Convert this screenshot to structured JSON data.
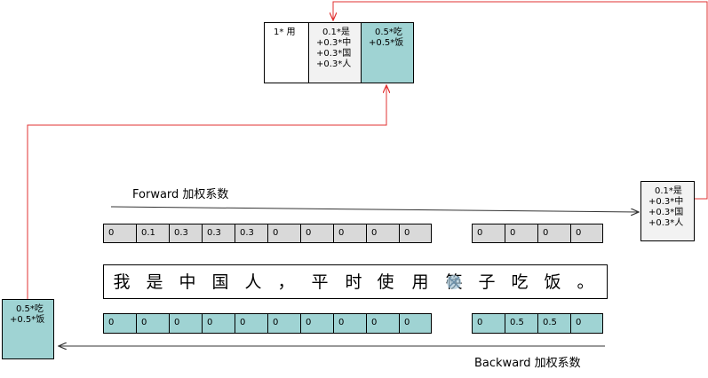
{
  "top_box": {
    "cells": [
      {
        "lines": [
          "1* 用"
        ]
      },
      {
        "lines": [
          "0.1*是",
          "+0.3*中",
          "+0.3*国",
          "+0.3*人"
        ]
      },
      {
        "lines": [
          "0.5*吃",
          "+0.5*饭"
        ]
      }
    ]
  },
  "right_box": {
    "lines": [
      "0.1*是",
      "+0.3*中",
      "+0.3*国",
      "+0.3*人"
    ]
  },
  "left_box": {
    "lines": [
      "0.5*吃",
      "+0.5*饭"
    ]
  },
  "forward_label": "Forward 加权系数",
  "backward_label": "Backward 加权系数",
  "forward_weights": [
    "0",
    "0.1",
    "0.3",
    "0.3",
    "0.3",
    "0",
    "0",
    "0",
    "0",
    "0",
    "0",
    "0",
    "0",
    "0"
  ],
  "backward_weights": [
    "0",
    "0",
    "0",
    "0",
    "0",
    "0",
    "0",
    "0",
    "0",
    "0",
    "0",
    "0.5",
    "0.5",
    "0"
  ],
  "sentence_chars": [
    "我",
    "是",
    "中",
    "国",
    "人",
    "，",
    "平",
    "时",
    "使",
    "用",
    "筷",
    "子",
    "吃",
    "饭",
    "。"
  ],
  "colors": {
    "gray": "#d9d9d9",
    "teal": "#9fd3d3",
    "red": "#e03030",
    "line": "#333333"
  },
  "icons": {
    "cross_mark": "cross-mark-icon"
  }
}
